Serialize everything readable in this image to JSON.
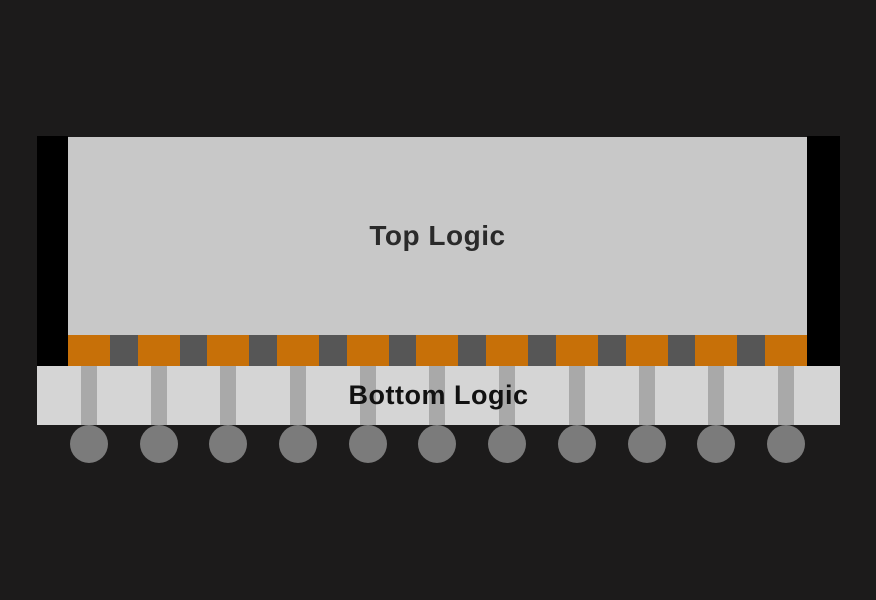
{
  "diagram": {
    "top_die_label": "Top Logic",
    "bottom_die_label": "Bottom Logic",
    "bump_count": 11,
    "pin_count": 11,
    "ball_count": 11
  },
  "colors": {
    "background": "#1c1b1b",
    "side_bar": "#000000",
    "top_die": "#c8c8c8",
    "bottom_die": "#d5d5d5",
    "bump": "#c77008",
    "bump_gap": "#565656",
    "pin": "#a9a9a9",
    "ball": "#7b7b7b",
    "top_label_color": "#2a2a2a",
    "bottom_label_color": "#111111"
  }
}
